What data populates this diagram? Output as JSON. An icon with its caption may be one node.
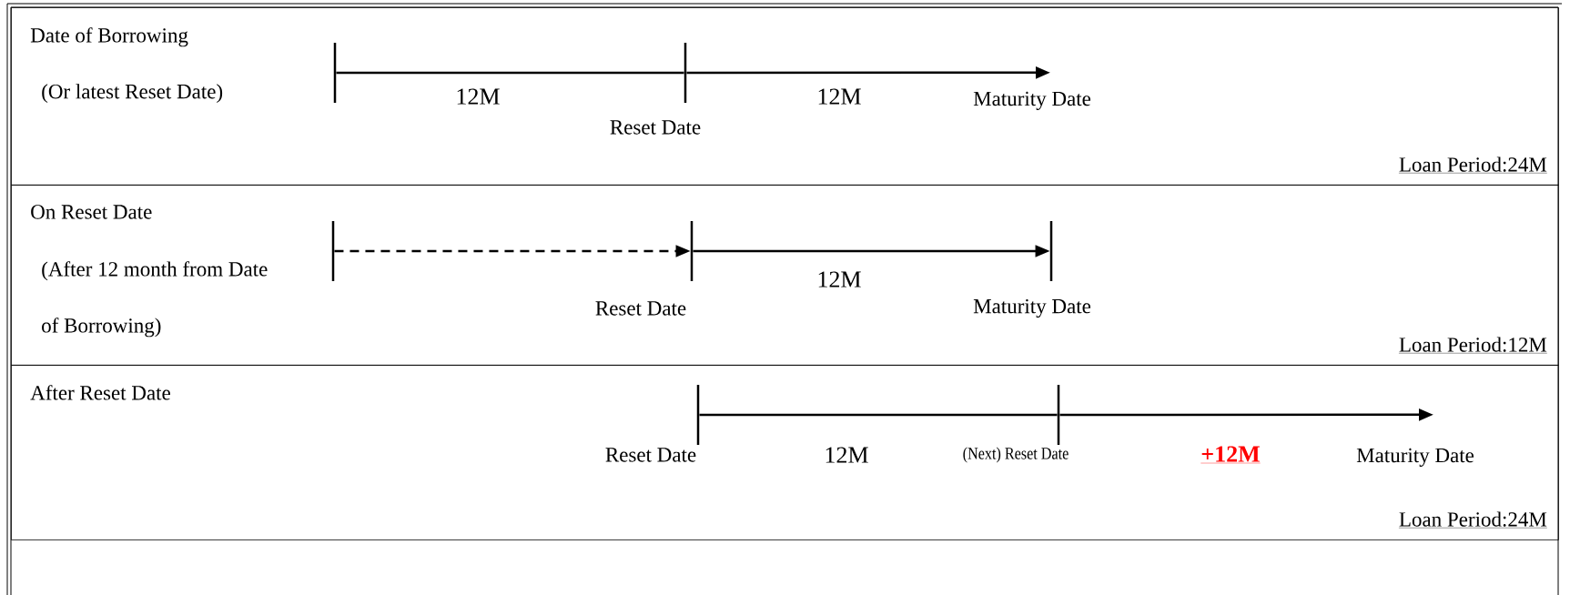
{
  "diagram": {
    "nodes": [
      {
        "text": [
          "Date of Borrowing",
          "(Or latest Reset Date)",
          "Loan Period:24M"
        ]
      },
      {
        "text": [],
        "shape": "bar",
        "in": 0
      },
      {
        "text": [],
        "shape": "bar",
        "in": 0,
        "beside": [
          "Reset Date"
        ]
      },
      {
        "text": [
          "Maturity Date"
        ],
        "in": 0
      },
      {
        "text": [
          "On Reset Date",
          "(After 12 month from Date of Borrowing)",
          "Loan Period:12M"
        ]
      },
      {
        "text": [],
        "shape": "bar",
        "in": 4
      },
      {
        "text": [],
        "shape": "bar",
        "in": 4,
        "beside": [
          "Reset Date"
        ]
      },
      {
        "text": [],
        "shape": "bar",
        "in": 4,
        "beside": [
          "Maturity Date"
        ]
      },
      {
        "text": [
          "After Reset Date",
          "Loan Period:24M"
        ]
      },
      {
        "text": [],
        "shape": "bar",
        "in": 8,
        "beside": [
          "Reset Date"
        ]
      },
      {
        "text": [],
        "shape": "bar",
        "in": 8,
        "beside": [
          "(Next) Reset Date"
        ]
      },
      {
        "text": [
          "Maturity Date"
        ],
        "in": 8
      }
    ],
    "edges": [
      {
        "from": 1,
        "to": 2,
        "arrow": "none",
        "label": "12M"
      },
      {
        "from": 2,
        "to": 3,
        "arrow": "to",
        "label": "12M"
      },
      {
        "from": 5,
        "to": 6,
        "arrow": "to",
        "style": "dashed"
      },
      {
        "from": 6,
        "to": 7,
        "arrow": "to",
        "label": "12M"
      },
      {
        "from": 9,
        "to": 10,
        "arrow": "none",
        "label": "12M"
      },
      {
        "from": 10,
        "to": 11,
        "arrow": "to",
        "label": "+12M"
      }
    ]
  }
}
